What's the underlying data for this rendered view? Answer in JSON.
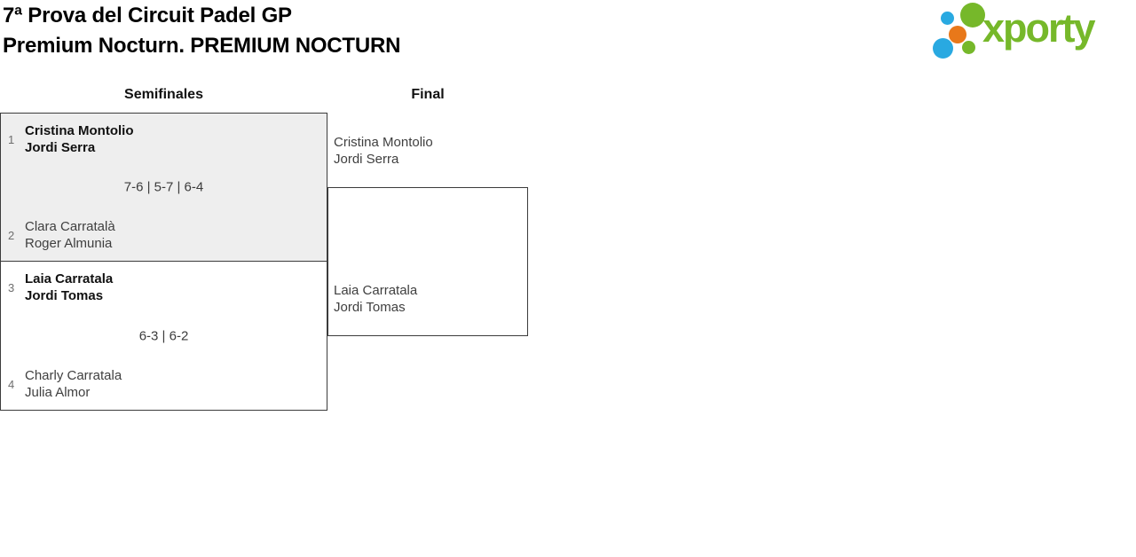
{
  "header": {
    "title_line1": "7ª Prova del Circuit Padel GP",
    "title_line2": "Premium Nocturn. PREMIUM NOCTURN",
    "logo_text": "xporty"
  },
  "bracket": {
    "rounds": [
      {
        "label": "Semifinales"
      },
      {
        "label": "Final"
      }
    ],
    "semifinals": [
      {
        "team1": {
          "seed": "1",
          "player1": "Cristina Montolio",
          "player2": "Jordi Serra",
          "winner": true
        },
        "score": "7-6 | 5-7 | 6-4",
        "team2": {
          "seed": "2",
          "player1": "Clara Carratalà",
          "player2": "Roger Almunia",
          "winner": false
        }
      },
      {
        "team1": {
          "seed": "3",
          "player1": "Laia Carratala",
          "player2": "Jordi Tomas",
          "winner": true
        },
        "score": "6-3 | 6-2",
        "team2": {
          "seed": "4",
          "player1": "Charly Carratala",
          "player2": "Julia Almor",
          "winner": false
        }
      }
    ],
    "final": {
      "team1": {
        "player1": "Cristina Montolio",
        "player2": "Jordi Serra"
      },
      "team2": {
        "player1": "Laia Carratala",
        "player2": "Jordi Tomas"
      }
    }
  },
  "colors": {
    "brand_green": "#76b82a",
    "brand_blue": "#29a9e1",
    "brand_orange": "#e8781a",
    "match_highlight_bg": "#eeeeee",
    "bracket_border": "#3c3c3c"
  },
  "icons": {
    "logo_dots": "xporty-dots-icon"
  }
}
